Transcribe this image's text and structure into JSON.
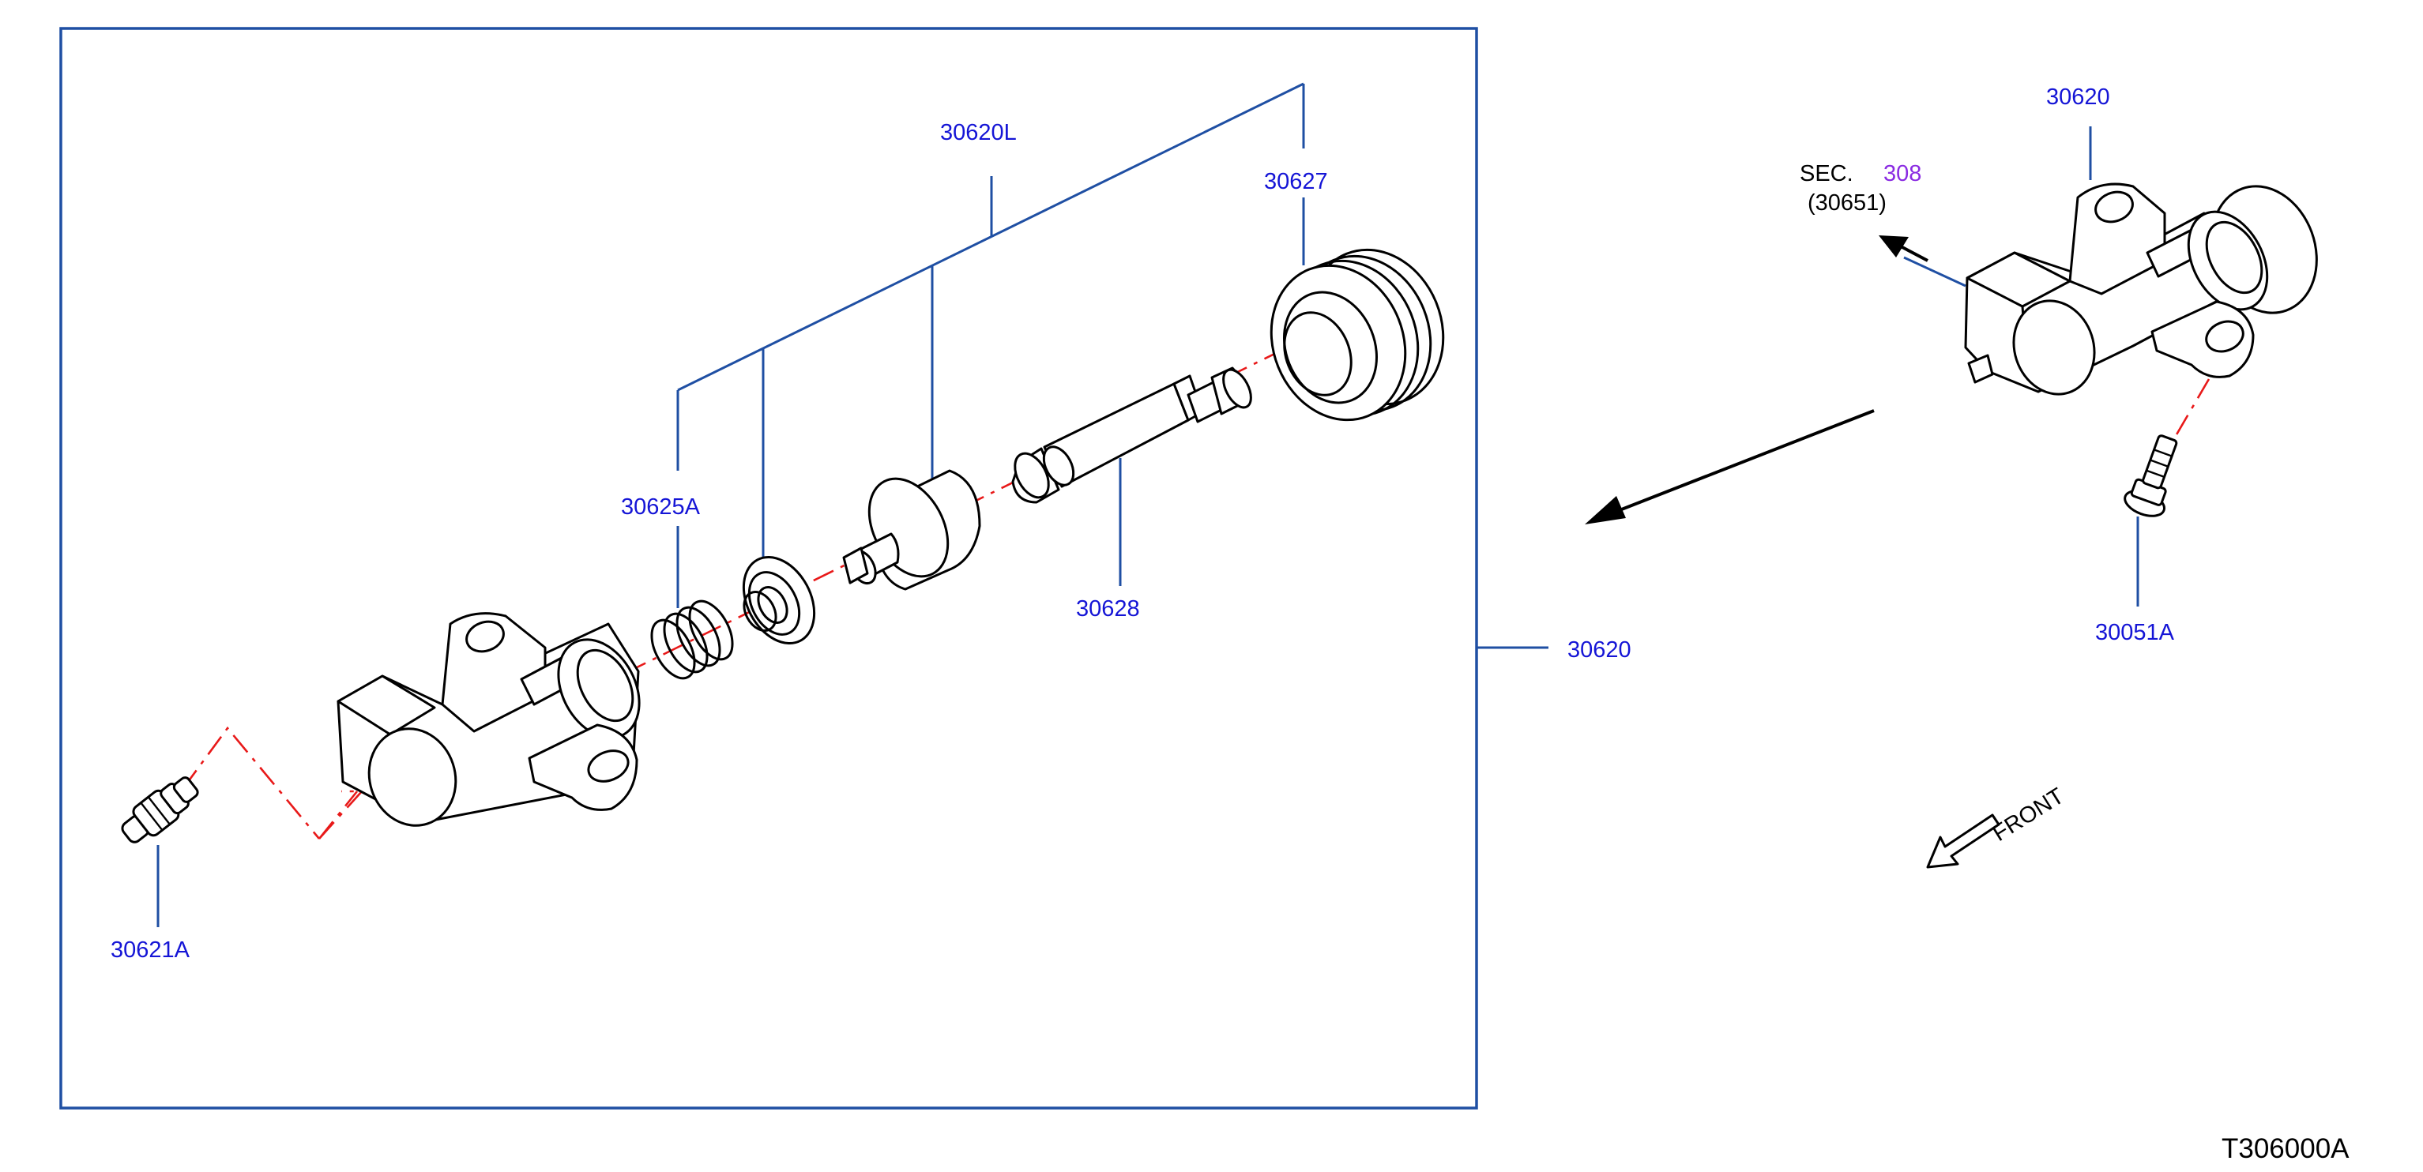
{
  "labels": {
    "l_30620L": "30620L",
    "l_30627": "30627",
    "l_30625A": "30625A",
    "l_30628": "30628",
    "l_30620_side": "30620",
    "l_30621A": "30621A",
    "l_30620_top": "30620",
    "l_sec": "SEC.",
    "l_308": "308",
    "l_30651": "(30651)",
    "l_30051A": "30051A",
    "l_front": "FRONT",
    "l_code": "T306000A"
  },
  "colors": {
    "label_blue": "#1515d6",
    "sec_purple": "#8a2be2",
    "leader_blue": "#1f4fa3",
    "centerline_red": "#e81919"
  }
}
